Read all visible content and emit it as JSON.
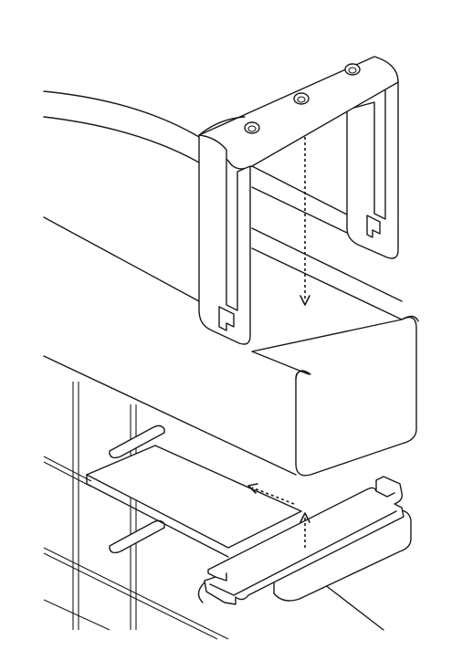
{
  "diagram": {
    "colors": {
      "line": "#1a1a1a",
      "background": "#ffffff"
    },
    "parts": [
      "wire-grid-tray",
      "u-shaped-bracket",
      "cable-channel",
      "clip-plate"
    ],
    "arrows": [
      "bracket-down-arrow",
      "plate-up-arrow",
      "plate-slide-arrow"
    ]
  }
}
